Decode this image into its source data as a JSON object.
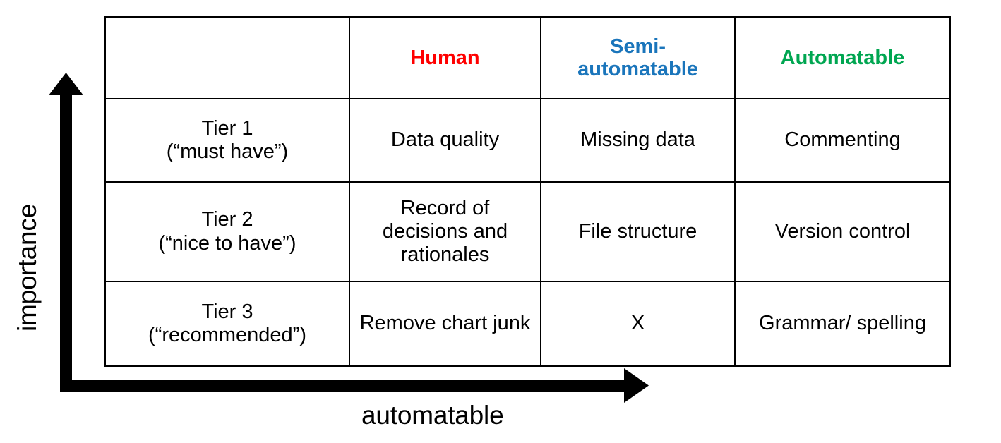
{
  "axes": {
    "y_label": "importance",
    "x_label": "automatable",
    "y_arrow_icon": "arrow-up-icon",
    "x_arrow_icon": "arrow-right-icon"
  },
  "colors": {
    "human": "#ff0000",
    "semi_automatable": "#1a75bb",
    "automatable": "#00a651",
    "border": "#000000",
    "text": "#000000",
    "background": "#ffffff"
  },
  "table": {
    "corner_label": "",
    "columns": [
      {
        "label": "",
        "color": "#000000"
      },
      {
        "label": "Human",
        "color": "#ff0000"
      },
      {
        "label": "Semi-automatable",
        "line1": "Semi-",
        "line2": "automatable",
        "color": "#1a75bb"
      },
      {
        "label": "Automatable",
        "color": "#00a651"
      }
    ],
    "rows": [
      {
        "tier": "Tier 1",
        "qualifier": "(“must have”)",
        "cells": [
          {
            "text": "Data quality"
          },
          {
            "text": "Missing data"
          },
          {
            "text": "Commenting"
          }
        ]
      },
      {
        "tier": "Tier 2",
        "qualifier": "(“nice to have”)",
        "cells": [
          {
            "text": "Record of decisions and rationales"
          },
          {
            "text": "File structure"
          },
          {
            "text": "Version control"
          }
        ]
      },
      {
        "tier": "Tier 3",
        "qualifier": "(“recommended”)",
        "cells": [
          {
            "text": "Remove chart junk"
          },
          {
            "text": "X"
          },
          {
            "text": "Grammar/ spelling"
          }
        ]
      }
    ]
  }
}
